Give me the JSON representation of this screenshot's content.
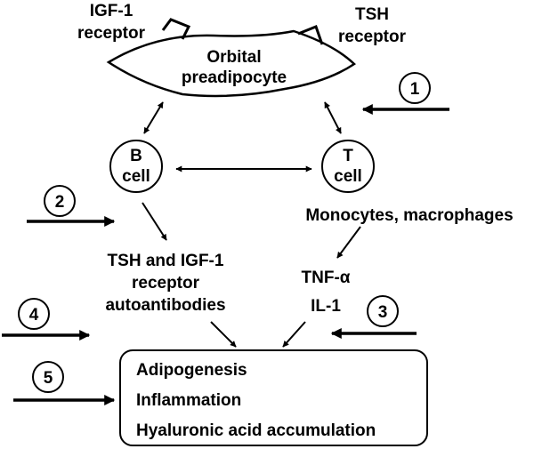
{
  "labels": {
    "igf_receptor_line1": "IGF-1",
    "igf_receptor_line2": "receptor",
    "tsh_receptor_line1": "TSH",
    "tsh_receptor_line2": "receptor",
    "cell_line1": "Orbital",
    "cell_line2": "preadipocyte",
    "b_cell_line1": "B",
    "b_cell_line2": "cell",
    "t_cell_line1": "T",
    "t_cell_line2": "cell",
    "monocytes": "Monocytes, macrophages",
    "autoab_line1": "TSH and IGF-1",
    "autoab_line2": "receptor",
    "autoab_line3": "autoantibodies",
    "tnf": "TNF-α",
    "il1": "IL-1",
    "outcome_1": "Adipogenesis",
    "outcome_2": "Inflammation",
    "outcome_3": "Hyaluronic acid accumulation"
  },
  "interventions": [
    "1",
    "2",
    "3",
    "4",
    "5"
  ]
}
